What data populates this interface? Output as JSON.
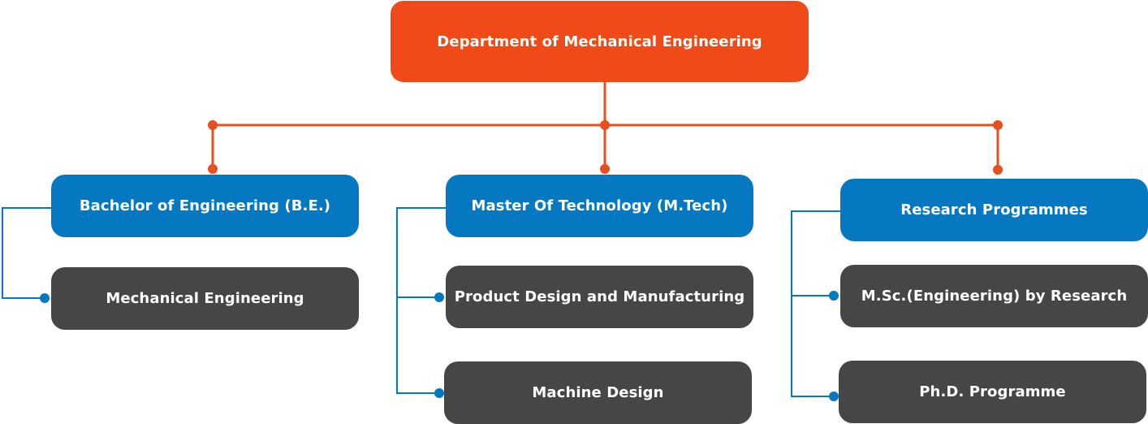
{
  "root": {
    "label": "Department of  Mechanical Engineering"
  },
  "programmes": [
    {
      "label": "Bachelor of Engineering (B.E.)",
      "children": [
        "Mechanical Engineering"
      ]
    },
    {
      "label": "Master Of Technology (M.Tech)",
      "children": [
        "Product Design and Manufacturing",
        "Machine Design"
      ]
    },
    {
      "label": "Research Programmes",
      "children": [
        "M.Sc.(Engineering) by Research",
        "Ph.D. Programme"
      ]
    }
  ],
  "colors": {
    "root": "#ef4a17",
    "programme": "#0678c1",
    "sub": "#464646",
    "root_connector": "#e84f1c",
    "sub_connector": "#0678c1"
  }
}
